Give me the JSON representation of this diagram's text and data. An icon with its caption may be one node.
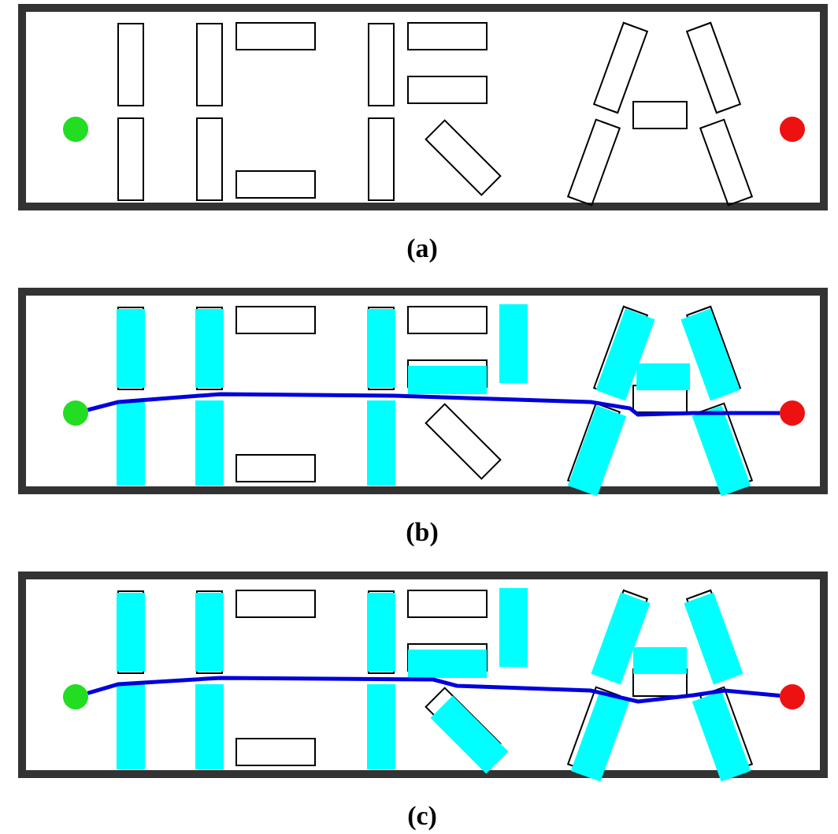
{
  "diagram": {
    "nodes": [
      {
        "text": [],
        "shape": "circle"
      },
      {
        "text": [],
        "shape": "circle"
      },
      {
        "text": [],
        "shape": "circle"
      },
      {
        "text": [],
        "shape": "circle"
      },
      {
        "text": [],
        "shape": "circle"
      },
      {
        "text": [],
        "shape": "circle"
      }
    ],
    "edges": [
      {
        "from": 2,
        "to": 3,
        "arrow": "none"
      },
      {
        "from": 4,
        "to": 5,
        "arrow": "none"
      }
    ],
    "labels": [
      "(a)",
      "(b)",
      "(c)"
    ]
  }
}
